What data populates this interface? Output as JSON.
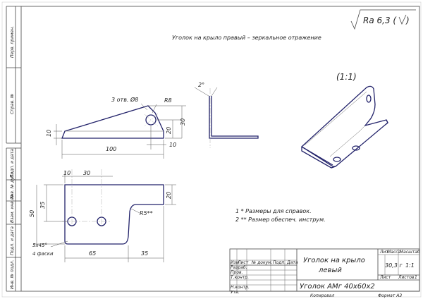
{
  "drawing": {
    "roughness": "Ra 6,3 (",
    "roughness_symbol": "√",
    "note_top": "Уголок на крыло правый – зеркальное отражение",
    "scale": "(1:1)",
    "notes": [
      "1  * Размеры для справок.",
      "2  ** Размер обеспеч. инструм."
    ],
    "dims": {
      "holes": "3 отв. Ø8",
      "r8": "R8",
      "v10a": "10",
      "v20a": "20",
      "v30": "30",
      "h10b": "10",
      "len100": "100",
      "angle": "2°",
      "d10": "10",
      "d30": "30",
      "d35": "35",
      "d50": "50",
      "d20": "20",
      "r5": "R5**",
      "d65": "65",
      "d35b": "35",
      "chamfer": "5x45°",
      "chamfer_note": "4 фаски"
    }
  },
  "side_strip": [
    "Перв. примен.",
    "Справ. №",
    "Подп. и дата",
    "Инв. № дубл.",
    "Взам. инв. №",
    "Подп. и дата",
    "Инв. № подл."
  ],
  "title_block": {
    "name_line1": "Уголок на крыло",
    "name_line2": "левый",
    "material": "Уголок АМг 40х60х2",
    "col_lit": "Лит.",
    "col_mass": "Масса",
    "col_scale": "Масштаб",
    "mass": "30,3 г",
    "scale": "1:1",
    "sheet": "Лист",
    "sheets": "Листов",
    "sheets_count": "1",
    "hdr_izm": "Изм",
    "hdr_list": "Лист",
    "hdr_doc": "№ докум.",
    "hdr_sign": "Подп.",
    "hdr_date": "Дата",
    "razrab": "Разраб.",
    "prov": "Пров.",
    "tkontr": "Т.контр.",
    "nkontr": "Н.контр.",
    "utv": "Утв.",
    "copied": "Копировал",
    "format": "Формат    А3"
  }
}
